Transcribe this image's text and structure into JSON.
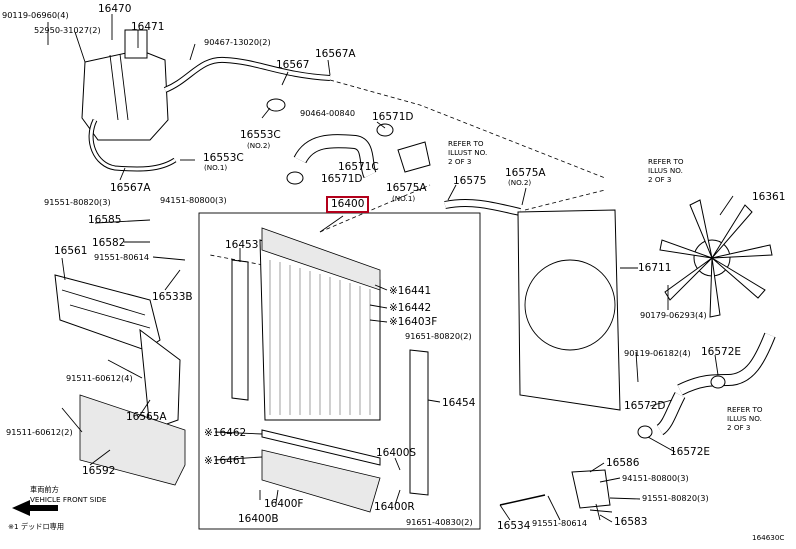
{
  "diagram_code": "164630C",
  "legend": {
    "arrow_label_jp": "車両前方",
    "arrow_label_en": "VEHICLE FRONT SIDE",
    "note": "※1 デッドロ専用"
  },
  "labels": {
    "l90119_06960": "90119-06960(4)",
    "l16470": "16470",
    "l16471": "16471",
    "l52950": "52950-31027(2)",
    "l90467": "90467-13020(2)",
    "l16567": "16567",
    "l16567A_top": "16567A",
    "l90464": "90464-00840",
    "l16553C_no2": "16553C",
    "l16553C_no2_note": "(NO.2)",
    "l16571D_top": "16571D",
    "l16553C_no1": "16553C",
    "l16553C_no1_note": "(NO.1)",
    "l16571C": "16571C",
    "l16571D_mid": "16571D",
    "l16567A_left": "16567A",
    "l91551_80820_left": "91551-80820(3)",
    "l94151_80800_left": "94151-80800(3)",
    "l16585": "16585",
    "l16582": "16582",
    "l91551_80614_left": "91551-80614",
    "l16561": "16561",
    "l16533B": "16533B",
    "l91511_60612_4": "91511-60612(4)",
    "l16565A": "16565A",
    "l91511_60612_2": "91511-60612(2)",
    "l16592": "16592",
    "l16453": "16453",
    "l16400": "16400",
    "l16441": "※16441",
    "l16442": "※16442",
    "l16403F": "※16403F",
    "l91651_80820_2": "91651-80820(2)",
    "l16454": "16454",
    "l16462": "※16462",
    "l16461": "※16461",
    "l16400S": "16400S",
    "l16400R": "16400R",
    "l16400F": "16400F",
    "l16400B": "16400B",
    "l91651_40830_2": "91651-40830(2)",
    "l16575A": "16575A",
    "l16575A_note": "(NO.1)",
    "l16575": "16575",
    "l16575A_2": "16575A",
    "l16575A_2_note": "(NO.2)",
    "refer1": "REFER TO\nILLUST NO.\n2 OF 3",
    "refer2": "REFER TO\nILLUS NO.\n2 OF 3",
    "refer3": "REFER TO\nILLUS NO.\n2 OF 3",
    "l16361": "16361",
    "l16711": "16711",
    "l90179_06293": "90179-06293(4)",
    "l90119_06182": "90119-06182(4)",
    "l16572E_top": "16572E",
    "l16572D": "16572D",
    "l16572E_bot": "16572E",
    "l16586": "16586",
    "l94151_80800_right": "94151-80800(3)",
    "l91551_80820_right": "91551-80820(3)",
    "l16583": "16583",
    "l16534": "16534",
    "l91551_80614_bot": "91551-80614"
  }
}
